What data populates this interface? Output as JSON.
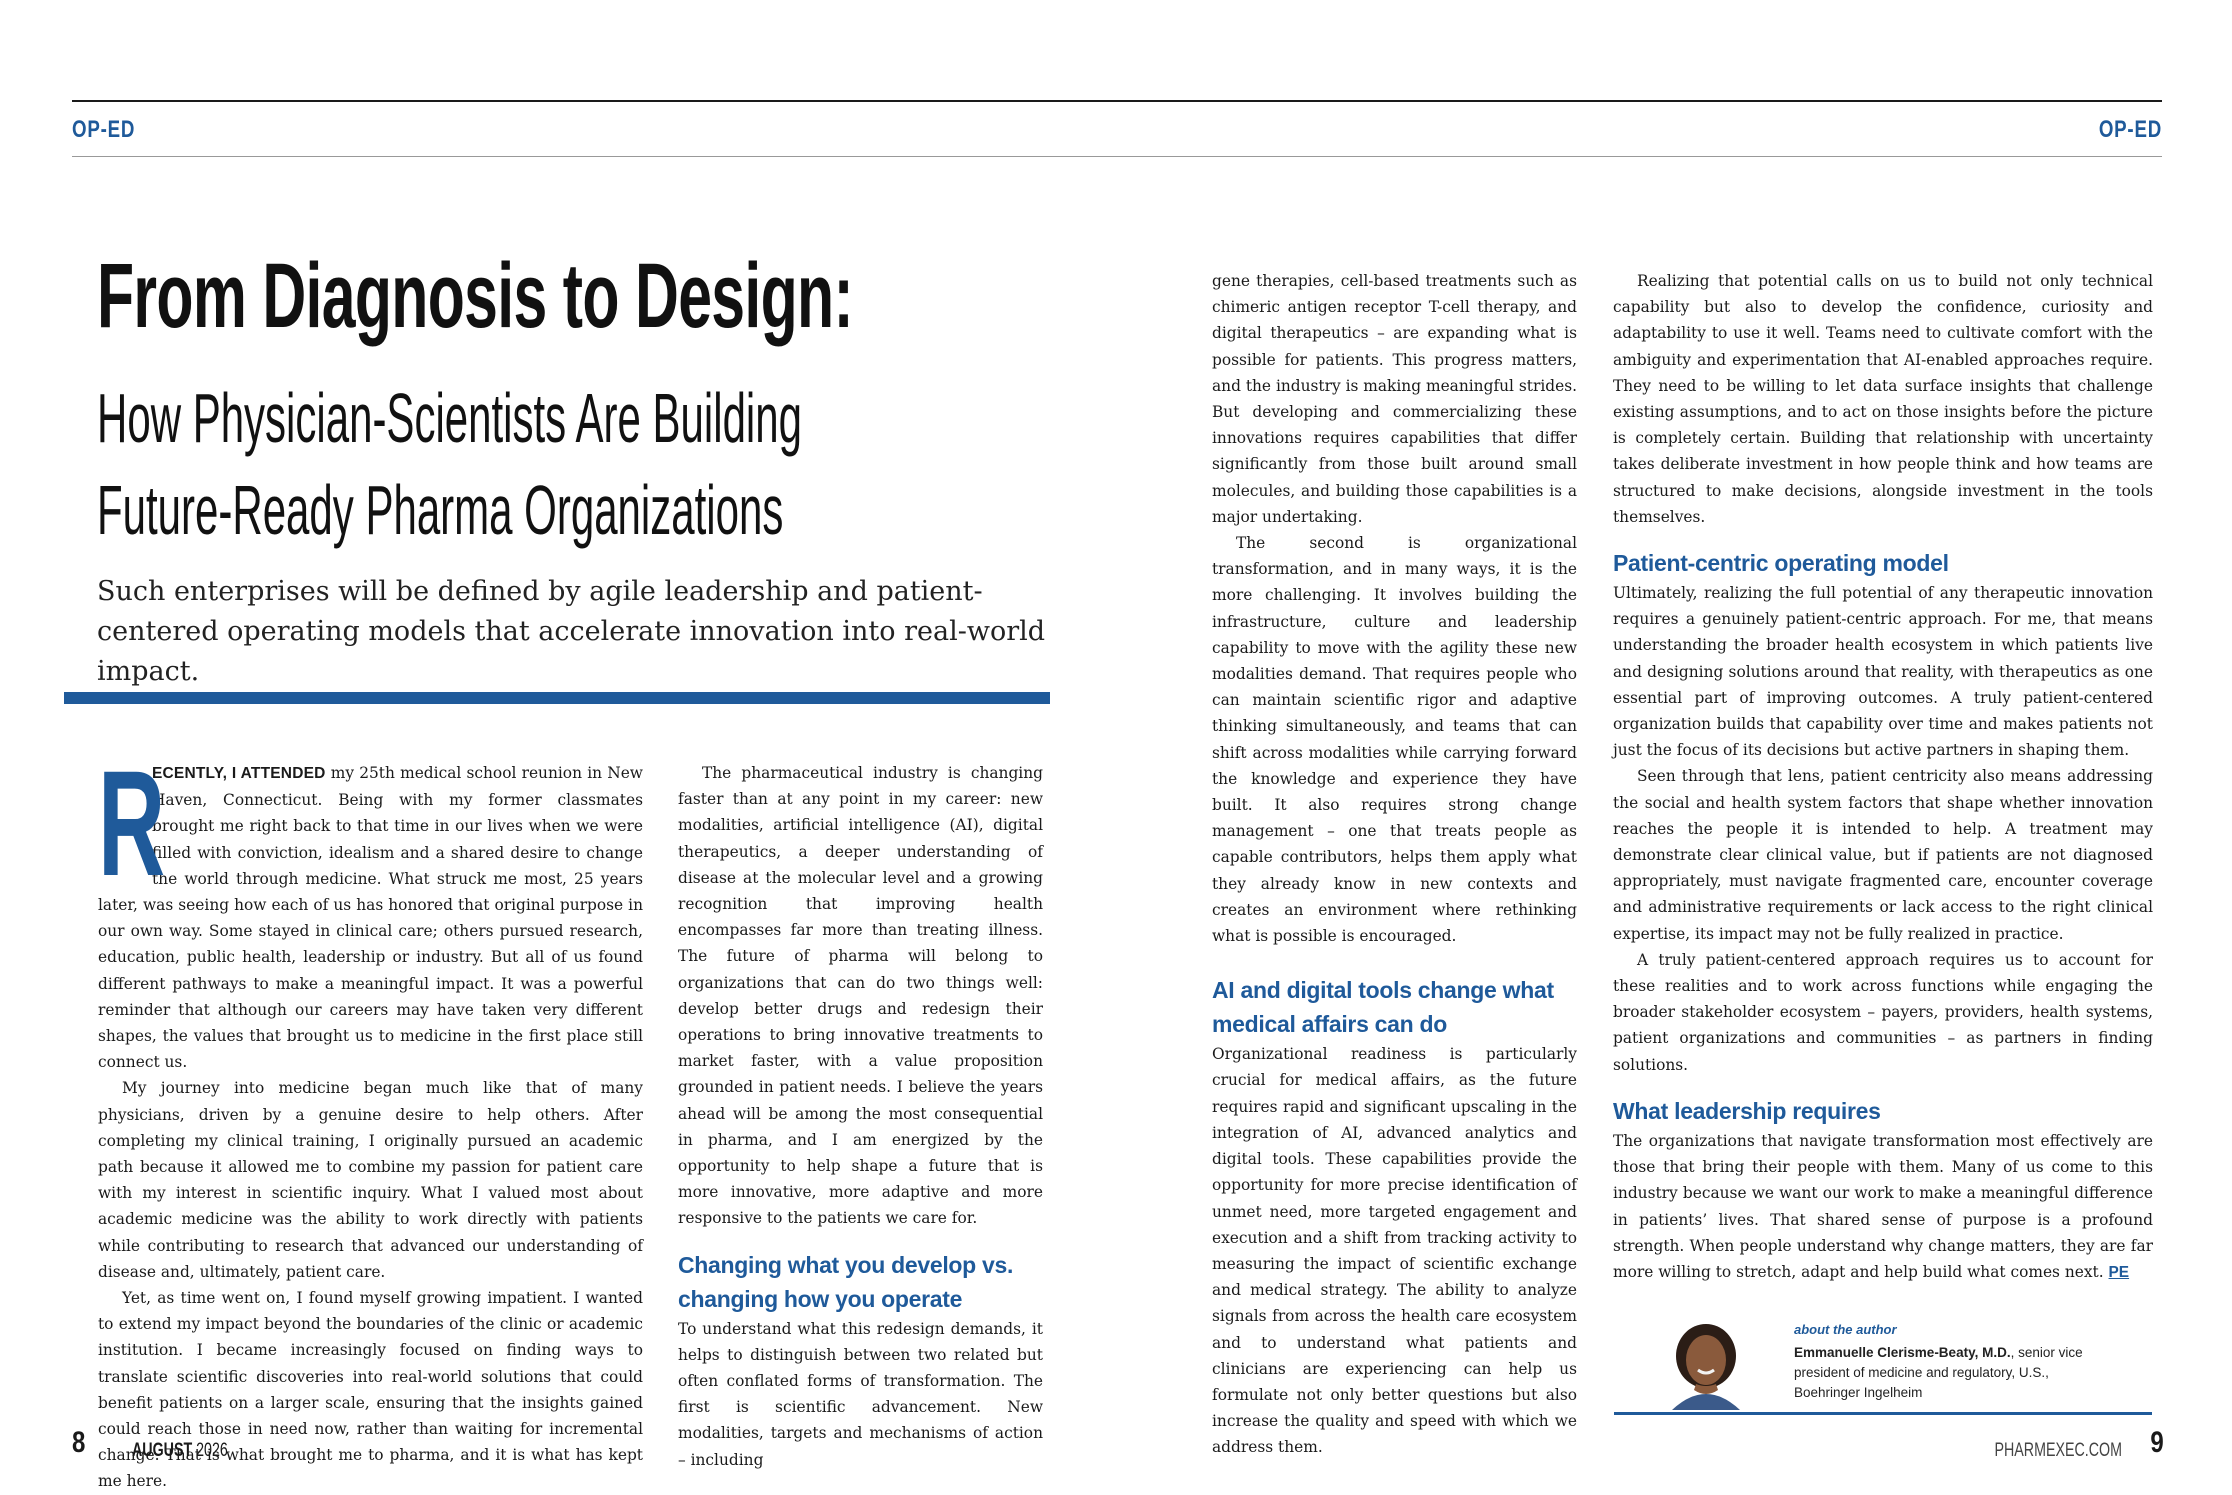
{
  "header": {
    "left_tag": "OP-ED",
    "right_tag": "OP-ED"
  },
  "article": {
    "title": "From Diagnosis to Design:",
    "subtitle_line1": "How Physician-Scientists Are Building",
    "subtitle_line2": "Future-Ready Pharma Organizations",
    "dek": "Such enterprises will be defined by agile leadership and patient-centered operating models that accelerate innovation into real-world impact.",
    "dropcap": "R",
    "lead_in": "ECENTLY, I ATTENDED",
    "col1_p1": " my 25th medical school reunion in New Haven, Connecticut. Being with my former classmates brought me right back to that time in our lives when we were filled with conviction, idealism and a shared desire to change the world through medicine. What struck me most, 25 years later, was seeing how each of us has honored that original purpose in our own way. Some stayed in clinical care; others pursued research, education, public health, leadership or industry. But all of us found different pathways to make a meaningful impact. It was a powerful reminder that although our careers may have taken very different shapes, the values that brought us to medicine in the first place still connect us.",
    "col1_p2": "My journey into medicine began much like that of many physicians, driven by a genuine desire to help others. After completing my clinical training, I originally pursued an academic path because it allowed me to combine my passion for patient care with my interest in scientific inquiry. What I valued most about academic medicine was the ability to work directly with patients while contributing to research that advanced our understanding of disease and, ultimately, patient care.",
    "col1_p3": "Yet, as time went on, I found myself growing impatient. I wanted to extend my impact beyond the boundaries of the clinic or academic institution. I became increasingly focused on finding ways to translate scientific discoveries into real-world solutions that could benefit patients on a larger scale, ensuring that the insights gained could reach those in need now, rather than waiting for incremental change. That is what brought me to pharma, and it is what has kept me here.",
    "col2_p1": "The pharmaceutical industry is changing faster than at any point in my career: new modalities, artificial intelligence (AI), digital therapeutics, a deeper understanding of disease at the molecular level and a growing recognition that improving health encompasses far more than treating illness. The future of pharma will belong to organizations that can do two things well: develop better drugs and redesign their operations to bring innovative treatments to market faster, with a value proposition grounded in patient needs. I believe the years ahead will be among the most consequential in pharma, and I am energized by the opportunity to help shape a future that is more innovative, more adaptive and more responsive to the patients we care for.",
    "col2_h1": "Changing what you develop vs. changing how you operate",
    "col2_p2": "To understand what this redesign demands, it helps to distinguish between two related but often conflated forms of transformation. The first is scientific advancement. New modalities, targets and mechanisms of action – including",
    "col3_p1": "gene therapies, cell-based treatments such as chimeric antigen receptor T-cell therapy, and digital therapeutics – are expanding what is possible for patients. This progress matters, and the industry is making meaningful strides. But developing and commercializing these innovations requires capabilities that differ significantly from those built around small molecules, and building those capabilities is a major undertaking.",
    "col3_p2": "The second is organizational transformation, and in many ways, it is the more challenging. It involves building the infrastructure, culture and leadership capability to move with the agility these new modalities demand. That requires people who can maintain scientific rigor and adaptive thinking simultaneously, and teams that can shift across modalities while carrying forward the knowledge and experience they have built. It also requires strong change management – one that treats people as capable contributors, helps them apply what they already know in new contexts and creates an environment where rethinking what is possible is encouraged.",
    "col3_h1": "AI and digital tools change what medical affairs can do",
    "col3_p3": "Organizational readiness is particularly crucial for medical affairs, as the future requires rapid and significant upscaling in the integration of AI, advanced analytics and digital tools. These capabilities provide the opportunity for more precise identification of unmet need, more targeted engagement and execution and a shift from tracking activity to measuring the impact of scientific exchange and medical strategy. The ability to analyze signals from across the health care ecosystem and to understand what patients and clinicians are experiencing can help us formulate not only better questions but also increase the quality and speed with which we address them.",
    "col4_p1": "Realizing that potential calls on us to build not only technical capability but also to develop the confidence, curiosity and adaptability to use it well. Teams need to cultivate comfort with the ambiguity and experimentation that AI-enabled approaches require. They need to be willing to let data surface insights that challenge existing assumptions, and to act on those insights before the picture is completely certain. Building that relationship with uncertainty takes deliberate investment in how people think and how teams are structured to make decisions, alongside investment in the tools themselves.",
    "col4_h1": "Patient-centric operating model",
    "col4_p2": "Ultimately, realizing the full potential of any therapeutic innovation requires a genuinely patient-centric approach. For me, that means understanding the broader health ecosystem in which patients live and designing solutions around that reality, with therapeutics as one essential part of improving outcomes. A truly patient-centered organization builds that capability over time and makes patients not just the focus of its decisions but active partners in shaping them.",
    "col4_p3": "Seen through that lens, patient centricity also means addressing the social and health system factors that shape whether innovation reaches the people it is intended to help. A treatment may demonstrate clear clinical value, but if patients are not diagnosed appropriately, must navigate fragmented care, encounter coverage and administrative requirements or lack access to the right clinical expertise, its impact may not be fully realized in practice.",
    "col4_p4": "A truly patient-centered approach requires us to account for these realities and to work across functions while engaging the broader stakeholder ecosystem – payers, providers, health systems, patient organizations and communities – as partners in finding solutions.",
    "col4_h2": "What leadership requires",
    "col4_p5": "The organizations that navigate transformation most effectively are those that bring their people with them. Many of us come to this industry because we want our work to make a meaningful difference in patients’ lives. That shared sense of purpose is a profound strength. When people understand why change matters, they are far more willing to stretch, adapt and help build what comes next.",
    "end_mark": "PE"
  },
  "author": {
    "tag": "about the author",
    "name": "Emmanuelle Clerisme-Beaty, M.D.",
    "bio": ", senior vice president of medicine and regulatory, U.S., Boehringer Ingelheim"
  },
  "footer": {
    "left_page": "8",
    "issue_month": "AUGUST",
    "issue_year": "2026",
    "site": "PHARMEXEC.COM",
    "right_page": "9"
  },
  "colors": {
    "accent": "#1f5a9a",
    "text": "#1a1a1a"
  }
}
